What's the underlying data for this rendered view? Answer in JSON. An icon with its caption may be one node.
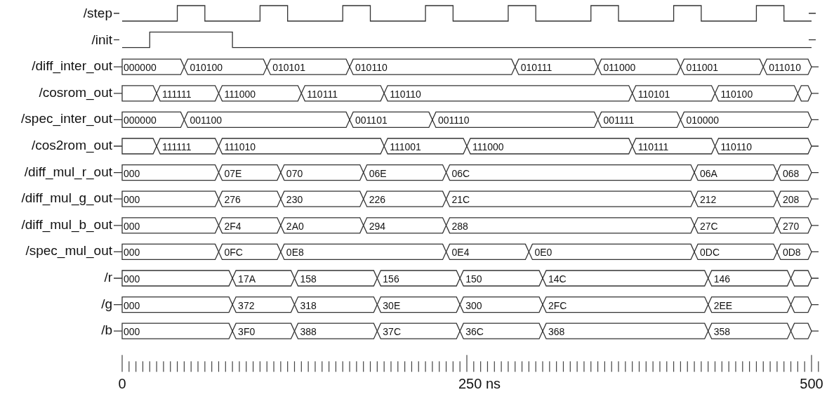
{
  "diagram": {
    "labels": [
      "/step",
      "/init",
      "/diff_inter_out",
      "000000",
      "010100",
      "010101",
      "010110",
      "010111",
      "011000",
      "011001",
      "011010",
      "/cosrom_out",
      "111111",
      "111000",
      "110111",
      "110110",
      "110101",
      "110100",
      "/spec_inter_out",
      "000000",
      "001100",
      "001101",
      "001110",
      "001111",
      "010000",
      "/cos2rom_out",
      "111111",
      "111010",
      "111001",
      "111000",
      "110111",
      "110110",
      "/diff_mul_r_out",
      "000",
      "07E",
      "070",
      "06E",
      "06C",
      "06A",
      "068",
      "/diff_mul_g_out",
      "000",
      "276",
      "230",
      "226",
      "21C",
      "212",
      "208",
      "/diff_mul_b_out",
      "000",
      "2F4",
      "2A0",
      "294",
      "288",
      "27C",
      "270",
      "/spec_mul_out",
      "000",
      "0FC",
      "0E8",
      "0E4",
      "0E0",
      "0DC",
      "0D8",
      "/r",
      "000",
      "17A",
      "158",
      "156",
      "150",
      "14C",
      "146",
      "/g",
      "000",
      "372",
      "318",
      "30E",
      "300",
      "2FC",
      "2EE",
      "/b",
      "000",
      "3F0",
      "388",
      "37C",
      "36C",
      "368",
      "358",
      "0",
      "250 ns",
      "500"
    ]
  }
}
